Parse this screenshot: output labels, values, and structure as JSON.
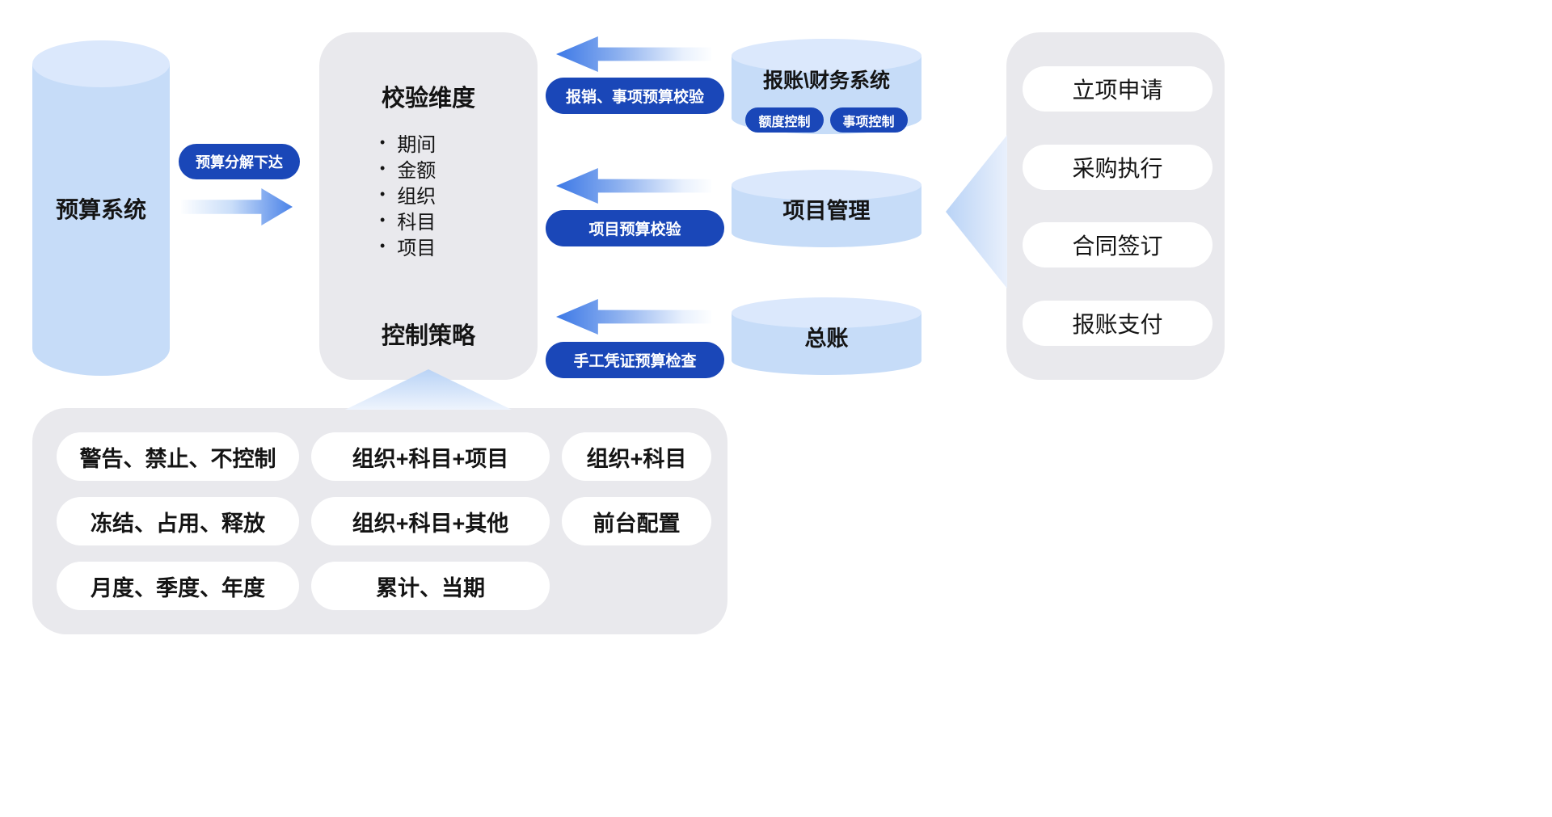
{
  "colors": {
    "cylinder_body": "#c6dcf8",
    "cylinder_top": "#dbe8fc",
    "pill_blue": "#1a47b8",
    "panel_gray": "#e9e9ed",
    "arrow_blue": "#3c78e6",
    "text_dark": "#141414",
    "white": "#ffffff"
  },
  "left_cylinder": {
    "label": "预算系统"
  },
  "flow_budget": {
    "label": "预算分解下达"
  },
  "center_panel": {
    "title1": "校验维度",
    "bullets": [
      "期间",
      "金额",
      "组织",
      "科目",
      "项目"
    ],
    "title2": "控制策略"
  },
  "flows": [
    {
      "label": "报销、事项预算校验"
    },
    {
      "label": "项目预算校验"
    },
    {
      "label": "手工凭证预算检查"
    }
  ],
  "systems": [
    {
      "label": "报账\\财务系统",
      "tags": [
        "额度控制",
        "事项控制"
      ]
    },
    {
      "label": "项目管理"
    },
    {
      "label": "总账"
    }
  ],
  "process_panel": {
    "items": [
      "立项申请",
      "采购执行",
      "合同签订",
      "报账支付"
    ]
  },
  "strategy_panel": {
    "rows": [
      [
        "警告、禁止、不控制",
        "组织+科目+项目",
        "组织+科目"
      ],
      [
        "冻结、占用、释放",
        "组织+科目+其他",
        "前台配置"
      ],
      [
        "月度、季度、年度",
        "累计、当期"
      ]
    ]
  }
}
